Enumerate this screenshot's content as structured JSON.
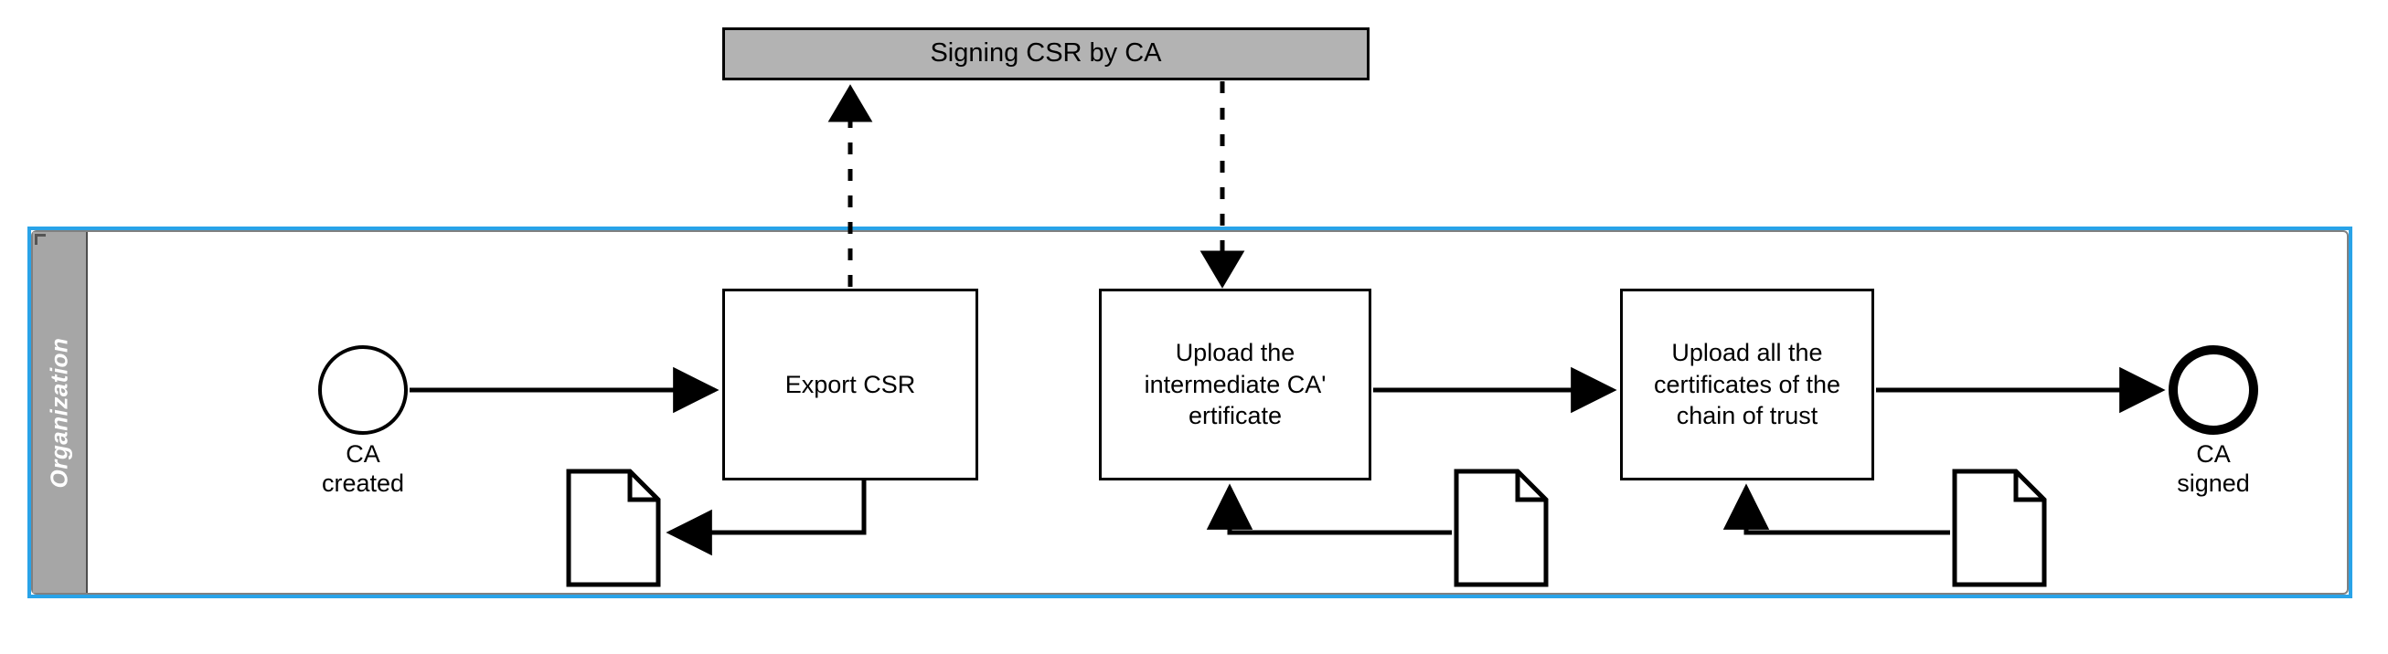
{
  "diagram": {
    "type": "bpmn-collaboration",
    "colors": {
      "selection_blue": "#29a3e8",
      "lane_header_gray": "#a6a6a6",
      "collapsed_pool_gray": "#b3b3b3",
      "stroke_black": "#000000",
      "pool_border_gray": "#808080"
    }
  },
  "collapsed_pool": {
    "label": "Signing CSR by CA"
  },
  "pool": {
    "lane_label": "Organization"
  },
  "events": {
    "start": {
      "label": "CA\ncreated",
      "kind": "start-event"
    },
    "end": {
      "label": "CA\nsigned",
      "kind": "end-event"
    }
  },
  "tasks": [
    {
      "id": "export-csr",
      "label": "Export CSR"
    },
    {
      "id": "upload-intermediate",
      "label": "Upload the\nintermediate CA'\nertificate"
    },
    {
      "id": "upload-chain",
      "label": "Upload all the\ncertificates of the\nchain of trust"
    }
  ],
  "data_objects": [
    {
      "id": "doc-csr",
      "label": ""
    },
    {
      "id": "doc-intermediate",
      "label": ""
    },
    {
      "id": "doc-chain",
      "label": ""
    }
  ],
  "flows": {
    "sequence": [
      {
        "from": "start",
        "to": "export-csr"
      },
      {
        "from": "upload-intermediate",
        "to": "upload-chain"
      },
      {
        "from": "upload-chain",
        "to": "end"
      }
    ],
    "message": [
      {
        "from": "export-csr",
        "to": "signing-csr-by-ca",
        "direction": "up"
      },
      {
        "from": "signing-csr-by-ca",
        "to": "upload-intermediate",
        "direction": "down"
      }
    ],
    "association": [
      {
        "from": "export-csr",
        "to": "doc-csr"
      },
      {
        "from": "doc-intermediate",
        "to": "upload-intermediate"
      },
      {
        "from": "doc-chain",
        "to": "upload-chain"
      }
    ]
  }
}
